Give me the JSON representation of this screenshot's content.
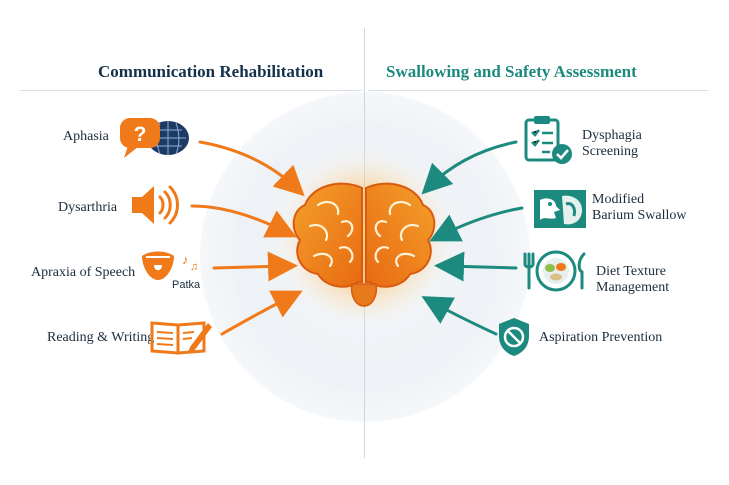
{
  "left_panel": {
    "title": "Communication Rehabilitation",
    "items": [
      {
        "label": "Aphasia",
        "icon": "speech-bubbles-icon"
      },
      {
        "label": "Dysarthria",
        "icon": "speaker-icon"
      },
      {
        "label": "Apraxia of Speech",
        "icon": "mouth-icon",
        "icon_text": "Patka"
      },
      {
        "label": "Reading & Writing",
        "icon": "book-pen-icon"
      }
    ]
  },
  "right_panel": {
    "title": "Swallowing and Safety Assessment",
    "items": [
      {
        "label_line1": "Dysphagia",
        "label_line2": "Screening",
        "icon": "clipboard-check-icon"
      },
      {
        "label_line1": "Modified",
        "label_line2": "Barium Swallow",
        "icon": "xray-profile-icon"
      },
      {
        "label_line1": "Diet Texture",
        "label_line2": "Management",
        "icon": "plate-utensils-icon"
      },
      {
        "label_line1": "Aspiration Prevention",
        "label_line2": "",
        "icon": "no-aspiration-shield-icon"
      }
    ]
  },
  "center": {
    "icon": "brain-icon"
  },
  "colors": {
    "orange": "#f07a1a",
    "teal": "#1c8a7e",
    "navy": "#14304a"
  }
}
